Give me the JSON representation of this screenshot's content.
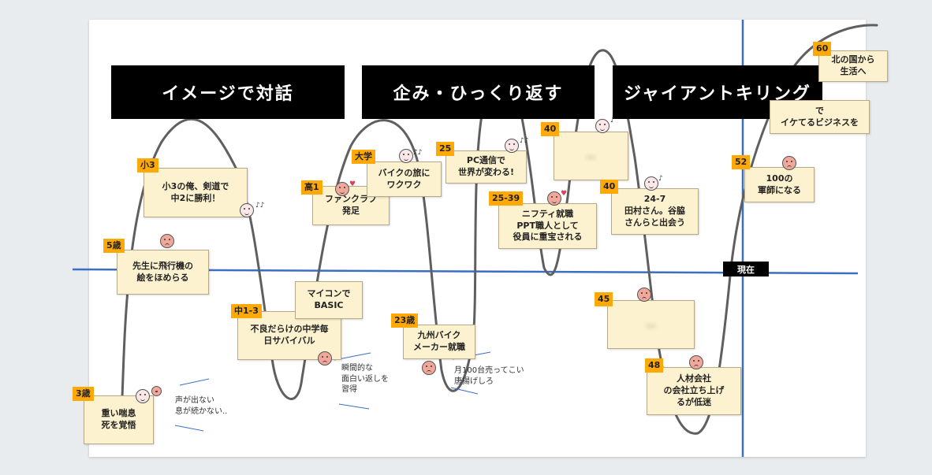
{
  "banners": [
    {
      "text": "イメージで対話"
    },
    {
      "text": "企み・ひっくり返す"
    },
    {
      "text": "ジャイアントキリング"
    }
  ],
  "now_label": "現在",
  "notes": [
    {
      "tag": "3歳",
      "text": "重い喘息\n死を覚悟"
    },
    {
      "tag": "5歳",
      "text": "先生に飛行機の\n絵をほめらる"
    },
    {
      "tag": "小3",
      "text": "小3の俺、剣道で\n中2に勝利！"
    },
    {
      "tag": "中1-3",
      "text": "不良だらけの中学毎\n日サバイバル"
    },
    {
      "tag": "",
      "text": "マイコンで\nBASIC"
    },
    {
      "tag": "高1",
      "text": "ファンクラブ\n発足"
    },
    {
      "tag": "大学",
      "text": "バイクの旅に\nワクワク"
    },
    {
      "tag": "23歳",
      "text": "九州バイク\nメーカー就職"
    },
    {
      "tag": "25",
      "text": "PC通信で\n世界が変わる!"
    },
    {
      "tag": "25-39",
      "text": "ニフティ就職\nPPT職人として\n役員に重宝される"
    },
    {
      "tag": "40",
      "text": "..."
    },
    {
      "tag": "40",
      "text": "24-7\n田村さん。谷脇\nさんらと出会う"
    },
    {
      "tag": "45",
      "text": "..."
    },
    {
      "tag": "48",
      "text": "人材会社\nの会社立ち上げ\nるが低迷"
    },
    {
      "tag": "52",
      "text": "100の\n軍師になる"
    },
    {
      "tag": "60",
      "text": "北の国から\n生活へ"
    },
    {
      "tag": "",
      "text": "で\nイケてるビジネスを"
    }
  ],
  "free_texts": [
    {
      "text": "声が出ない\n息が続かない.."
    },
    {
      "text": "瞬間的な\n面白い返しを\n習得"
    },
    {
      "text": "月100台売ってこい\n唐揚げしろ"
    }
  ],
  "colors": {
    "axis": "#3b6fc4",
    "curve": "#5f5f5f",
    "sticky": "#fdf2cf",
    "tag": "#ffa908",
    "banner": "#000000"
  }
}
